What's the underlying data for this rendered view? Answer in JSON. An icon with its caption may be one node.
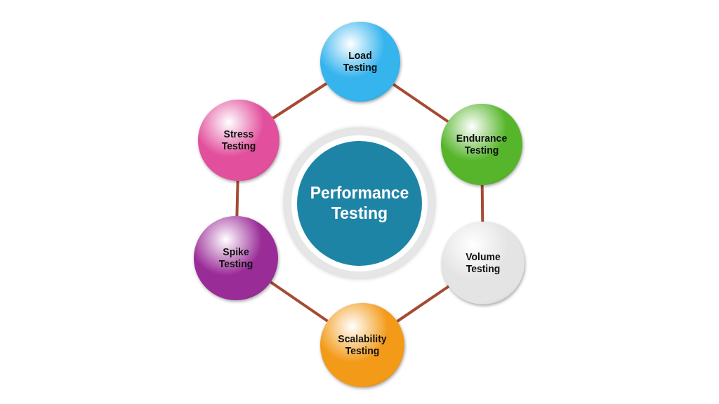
{
  "diagram": {
    "nodes": [
      {
        "text": [
          "Performance Testing"
        ]
      },
      {
        "text": [
          "Load Testing"
        ]
      },
      {
        "text": [
          "Endurance Testing"
        ]
      },
      {
        "text": [
          "Volume Testing"
        ]
      },
      {
        "text": [
          "Scalability Testing"
        ]
      },
      {
        "text": [
          "Spike Testing"
        ]
      },
      {
        "text": [
          "Stress Testing"
        ]
      }
    ],
    "edges": [
      {
        "from": 1,
        "to": 2,
        "arrow": "none"
      },
      {
        "from": 2,
        "to": 3,
        "arrow": "none"
      },
      {
        "from": 3,
        "to": 4,
        "arrow": "none"
      },
      {
        "from": 4,
        "to": 5,
        "arrow": "none"
      },
      {
        "from": 5,
        "to": 6,
        "arrow": "none"
      },
      {
        "from": 6,
        "to": 1,
        "arrow": "none"
      }
    ]
  }
}
